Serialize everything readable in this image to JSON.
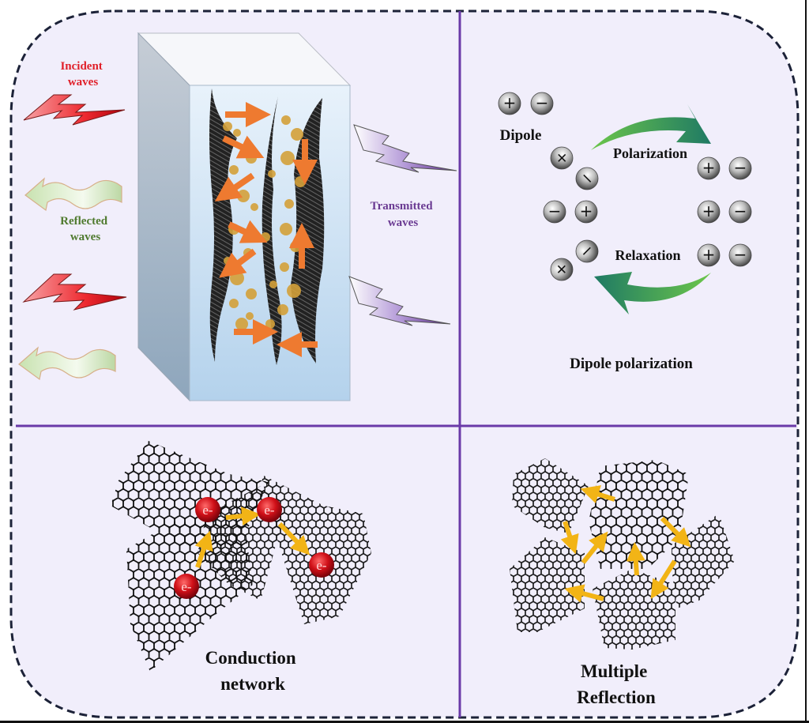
{
  "figure": {
    "title": "Electromagnetic wave absorption mechanisms",
    "colors": {
      "panel_background": "#f1eefb",
      "dashed_border": "#1c2238",
      "divider": "#6a3aa8",
      "incident": "#e0202a",
      "reflected": "#4f7a2e",
      "transmitted": "#6a3a92",
      "dipole_arrow": "#2e8a5a",
      "flow_arrow": "#f2b416",
      "internal_arrow": "#ee7a30",
      "electron": "#c8101a",
      "particle": "#d4a13a"
    }
  },
  "panels": {
    "top_left": {
      "name": "wave-interaction",
      "incident_label": [
        "Incident",
        "waves"
      ],
      "reflected_label": [
        "Reflected",
        "waves"
      ],
      "transmitted_label": [
        "Transmitted",
        "waves"
      ]
    },
    "top_right": {
      "name": "dipole-polarization",
      "dipole_label": "Dipole",
      "polarization_label": "Polarization",
      "relaxation_label": "Relaxation",
      "caption": "Dipole polarization",
      "plus_symbol": "+",
      "minus_symbol": "−"
    },
    "bottom_left": {
      "name": "conduction-network",
      "electron_label": "e-",
      "caption": [
        "Conduction",
        "network"
      ]
    },
    "bottom_right": {
      "name": "multiple-reflection",
      "caption": [
        "Multiple",
        "Reflection"
      ]
    }
  }
}
